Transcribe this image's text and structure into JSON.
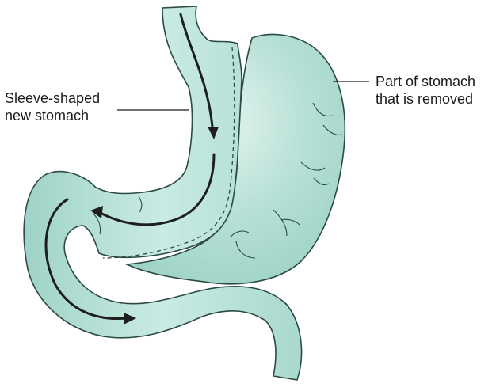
{
  "labels": {
    "sleeve_line1": "Sleeve-shaped",
    "sleeve_line2": "new stomach",
    "removed_line1": "Part of stomach",
    "removed_line2": "that is removed"
  },
  "colors": {
    "tissue_fill": "#a9d9ce",
    "tissue_highlight": "#d4eee8",
    "outline": "#2b4a45",
    "arrow": "#1e1e1e",
    "text": "#1a1a1a"
  }
}
